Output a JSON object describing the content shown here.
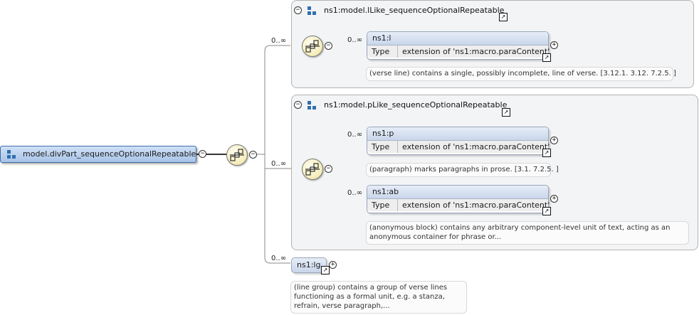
{
  "root": {
    "label": "model.divPart_sequenceOptionalRepeatable"
  },
  "groups": [
    {
      "title": "ns1:model.lLike_sequenceOptionalRepeatable"
    },
    {
      "title": "ns1:model.pLike_sequenceOptionalRepeatable"
    }
  ],
  "multiplicity": {
    "unbounded": "0..∞"
  },
  "elements": {
    "l": {
      "name": "ns1:l",
      "type_key": "Type",
      "type_value": "extension of 'ns1:macro.paraContent'",
      "doc": "(verse line) contains a single, possibly incomplete, line of verse. [3.12.1. 3.12. 7.2.5. ]"
    },
    "p": {
      "name": "ns1:p",
      "type_key": "Type",
      "type_value": "extension of 'ns1:macro.paraContent'",
      "doc": "(paragraph) marks paragraphs in prose. [3.1. 7.2.5. ]"
    },
    "ab": {
      "name": "ns1:ab",
      "type_key": "Type",
      "type_value": "extension of 'ns1:macro.paraContent'",
      "doc": "(anonymous block) contains any arbitrary component-level unit of text, acting as an anonymous container for phrase or..."
    },
    "lg": {
      "name": "ns1:lg",
      "doc": "(line group) contains a group of verse lines functioning as a formal unit, e.g. a stanza, refrain, verse paragraph,..."
    }
  },
  "symbols": {
    "collapse": "−",
    "expand": "+",
    "link": "↗"
  },
  "colors": {
    "element_header": "#c9d6ea",
    "root_fill": "#a9c4e8",
    "sequence_fill": "#f7efc0",
    "group_fill": "#f3f4f6"
  }
}
